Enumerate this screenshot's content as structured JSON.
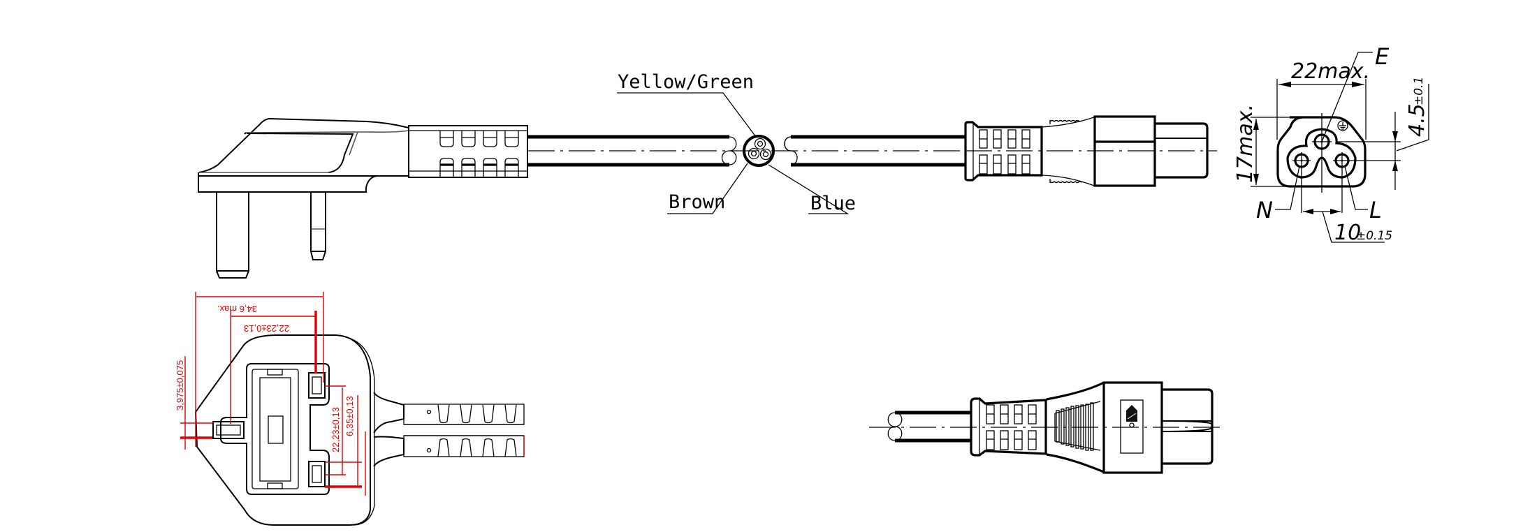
{
  "drawing": {
    "title": "UK plug to IEC C5 power cord drawing",
    "colors": {
      "line": "#000000",
      "dimension": "#e00000",
      "background": "#ffffff"
    }
  },
  "cable_cross_section": {
    "conductors": [
      {
        "label": "Yellow/Green"
      },
      {
        "label": "Brown"
      },
      {
        "label": "Blue"
      }
    ]
  },
  "c5_face": {
    "width_dim": "22max.",
    "height_dim": "17max.",
    "offset_dim_value": "4.5",
    "offset_dim_tol": "±0.1",
    "pitch_dim_value": "10",
    "pitch_dim_tol": "±0.15",
    "pins": {
      "earth": "E",
      "neutral": "N",
      "live": "L"
    },
    "earth_symbol": "earth-ground-icon"
  },
  "uk_plug_face": {
    "overall_dim": "34,6 max.",
    "pin_span_dim": "22,23±0,13",
    "earth_offset_dim": "3,975±0,075",
    "pin_center_dim": "22,23±0,13",
    "pin_width_dim": "6,35±0,13"
  },
  "c5_top_view": {
    "logo": "certification-mark-icon"
  }
}
